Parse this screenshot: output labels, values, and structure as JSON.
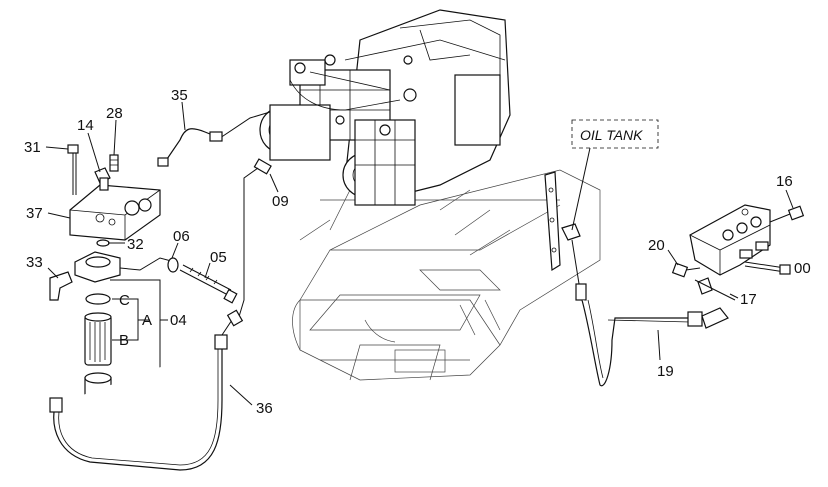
{
  "callouts": {
    "c31": "31",
    "c14": "14",
    "c28": "28",
    "c35": "35",
    "c37": "37",
    "c32": "32",
    "c06": "06",
    "c05": "05",
    "c33": "33",
    "c04": "04",
    "cA": "A",
    "cB": "B",
    "cC": "C",
    "c36": "36",
    "c09": "09",
    "c16": "16",
    "c20": "20",
    "c00": "00",
    "c17": "17",
    "c19": "19"
  },
  "box_label": "OIL TANK"
}
